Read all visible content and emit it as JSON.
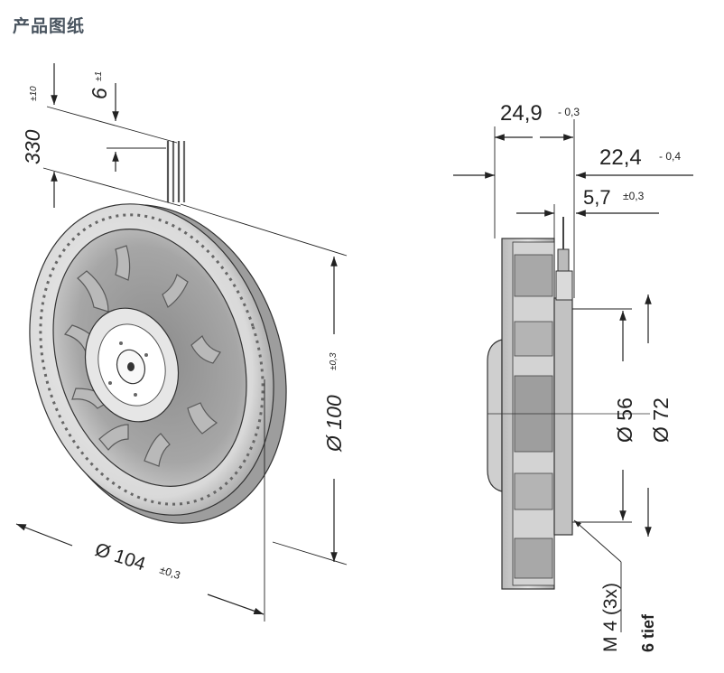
{
  "title": "产品图纸",
  "dims": {
    "cable_length": "330",
    "cable_length_tol": "±10",
    "strip_length": "6",
    "strip_length_tol": "±1",
    "outer_dia": "Ø 104",
    "outer_dia_tol": "±0,3",
    "inlet_dia": "Ø 100",
    "inlet_dia_tol": "±0,3",
    "total_depth": "24,9",
    "total_depth_tol": "- 0,3",
    "wheel_depth": "22,4",
    "wheel_depth_tol": "- 0,4",
    "flange_depth": "5,7",
    "flange_depth_tol": "±0,3",
    "dia_56": "Ø 56",
    "dia_72": "Ø 72",
    "thread": "M 4 (3x)",
    "thread_depth": "6 tief"
  }
}
